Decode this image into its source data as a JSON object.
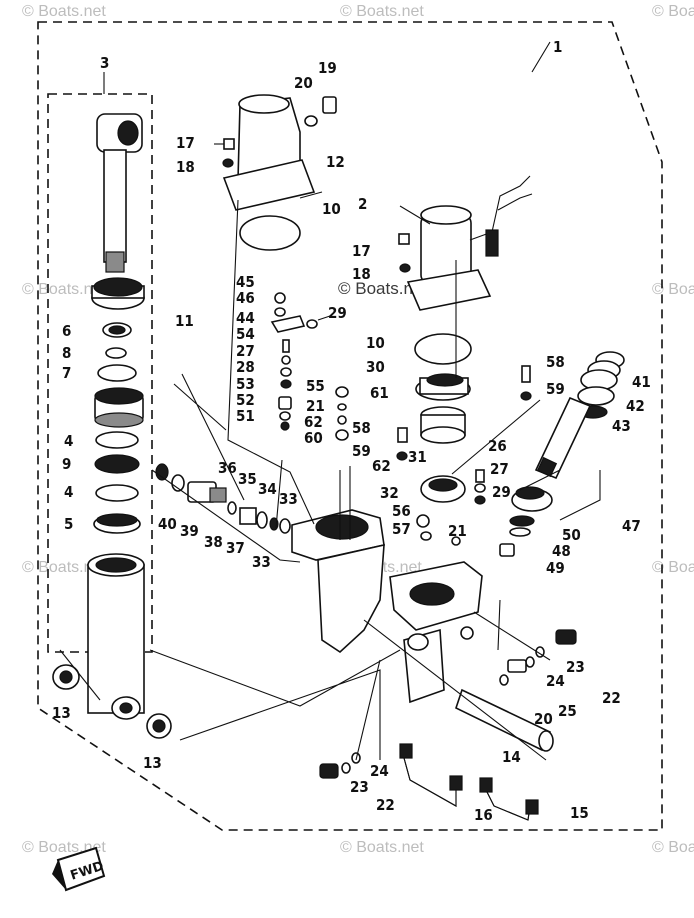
{
  "watermarks": {
    "corner": "© Boats.net",
    "center": "© Boats.net"
  },
  "fwd_label": "FWD",
  "callouts": [
    {
      "id": "c1",
      "text": "1"
    },
    {
      "id": "c2",
      "text": "2"
    },
    {
      "id": "c3",
      "text": "3"
    },
    {
      "id": "c4a",
      "text": "4"
    },
    {
      "id": "c4b",
      "text": "4"
    },
    {
      "id": "c5",
      "text": "5"
    },
    {
      "id": "c6",
      "text": "6"
    },
    {
      "id": "c7",
      "text": "7"
    },
    {
      "id": "c8",
      "text": "8"
    },
    {
      "id": "c9",
      "text": "9"
    },
    {
      "id": "c10a",
      "text": "10"
    },
    {
      "id": "c10b",
      "text": "10"
    },
    {
      "id": "c11",
      "text": "11"
    },
    {
      "id": "c12",
      "text": "12"
    },
    {
      "id": "c13a",
      "text": "13"
    },
    {
      "id": "c13b",
      "text": "13"
    },
    {
      "id": "c14",
      "text": "14"
    },
    {
      "id": "c15",
      "text": "15"
    },
    {
      "id": "c16",
      "text": "16"
    },
    {
      "id": "c17a",
      "text": "17"
    },
    {
      "id": "c17b",
      "text": "17"
    },
    {
      "id": "c18a",
      "text": "18"
    },
    {
      "id": "c18b",
      "text": "18"
    },
    {
      "id": "c19",
      "text": "19"
    },
    {
      "id": "c20a",
      "text": "20"
    },
    {
      "id": "c20b",
      "text": "20"
    },
    {
      "id": "c21a",
      "text": "21"
    },
    {
      "id": "c21b",
      "text": "21"
    },
    {
      "id": "c22a",
      "text": "22"
    },
    {
      "id": "c22b",
      "text": "22"
    },
    {
      "id": "c23a",
      "text": "23"
    },
    {
      "id": "c23b",
      "text": "23"
    },
    {
      "id": "c24a",
      "text": "24"
    },
    {
      "id": "c24b",
      "text": "24"
    },
    {
      "id": "c25",
      "text": "25"
    },
    {
      "id": "c26",
      "text": "26"
    },
    {
      "id": "c27a",
      "text": "27"
    },
    {
      "id": "c27b",
      "text": "27"
    },
    {
      "id": "c28",
      "text": "28"
    },
    {
      "id": "c29a",
      "text": "29"
    },
    {
      "id": "c29b",
      "text": "29"
    },
    {
      "id": "c30",
      "text": "30"
    },
    {
      "id": "c31",
      "text": "31"
    },
    {
      "id": "c32",
      "text": "32"
    },
    {
      "id": "c33a",
      "text": "33"
    },
    {
      "id": "c33b",
      "text": "33"
    },
    {
      "id": "c34",
      "text": "34"
    },
    {
      "id": "c35",
      "text": "35"
    },
    {
      "id": "c36",
      "text": "36"
    },
    {
      "id": "c37",
      "text": "37"
    },
    {
      "id": "c38",
      "text": "38"
    },
    {
      "id": "c39",
      "text": "39"
    },
    {
      "id": "c40",
      "text": "40"
    },
    {
      "id": "c41",
      "text": "41"
    },
    {
      "id": "c42",
      "text": "42"
    },
    {
      "id": "c43",
      "text": "43"
    },
    {
      "id": "c44",
      "text": "44"
    },
    {
      "id": "c45",
      "text": "45"
    },
    {
      "id": "c46",
      "text": "46"
    },
    {
      "id": "c47",
      "text": "47"
    },
    {
      "id": "c48",
      "text": "48"
    },
    {
      "id": "c49",
      "text": "49"
    },
    {
      "id": "c50",
      "text": "50"
    },
    {
      "id": "c51",
      "text": "51"
    },
    {
      "id": "c52",
      "text": "52"
    },
    {
      "id": "c53",
      "text": "53"
    },
    {
      "id": "c54",
      "text": "54"
    },
    {
      "id": "c55",
      "text": "55"
    },
    {
      "id": "c56",
      "text": "56"
    },
    {
      "id": "c57",
      "text": "57"
    },
    {
      "id": "c58a",
      "text": "58"
    },
    {
      "id": "c58b",
      "text": "58"
    },
    {
      "id": "c59a",
      "text": "59"
    },
    {
      "id": "c59b",
      "text": "59"
    },
    {
      "id": "c60",
      "text": "60"
    },
    {
      "id": "c61",
      "text": "61"
    },
    {
      "id": "c62a",
      "text": "62"
    },
    {
      "id": "c62b",
      "text": "62"
    }
  ]
}
